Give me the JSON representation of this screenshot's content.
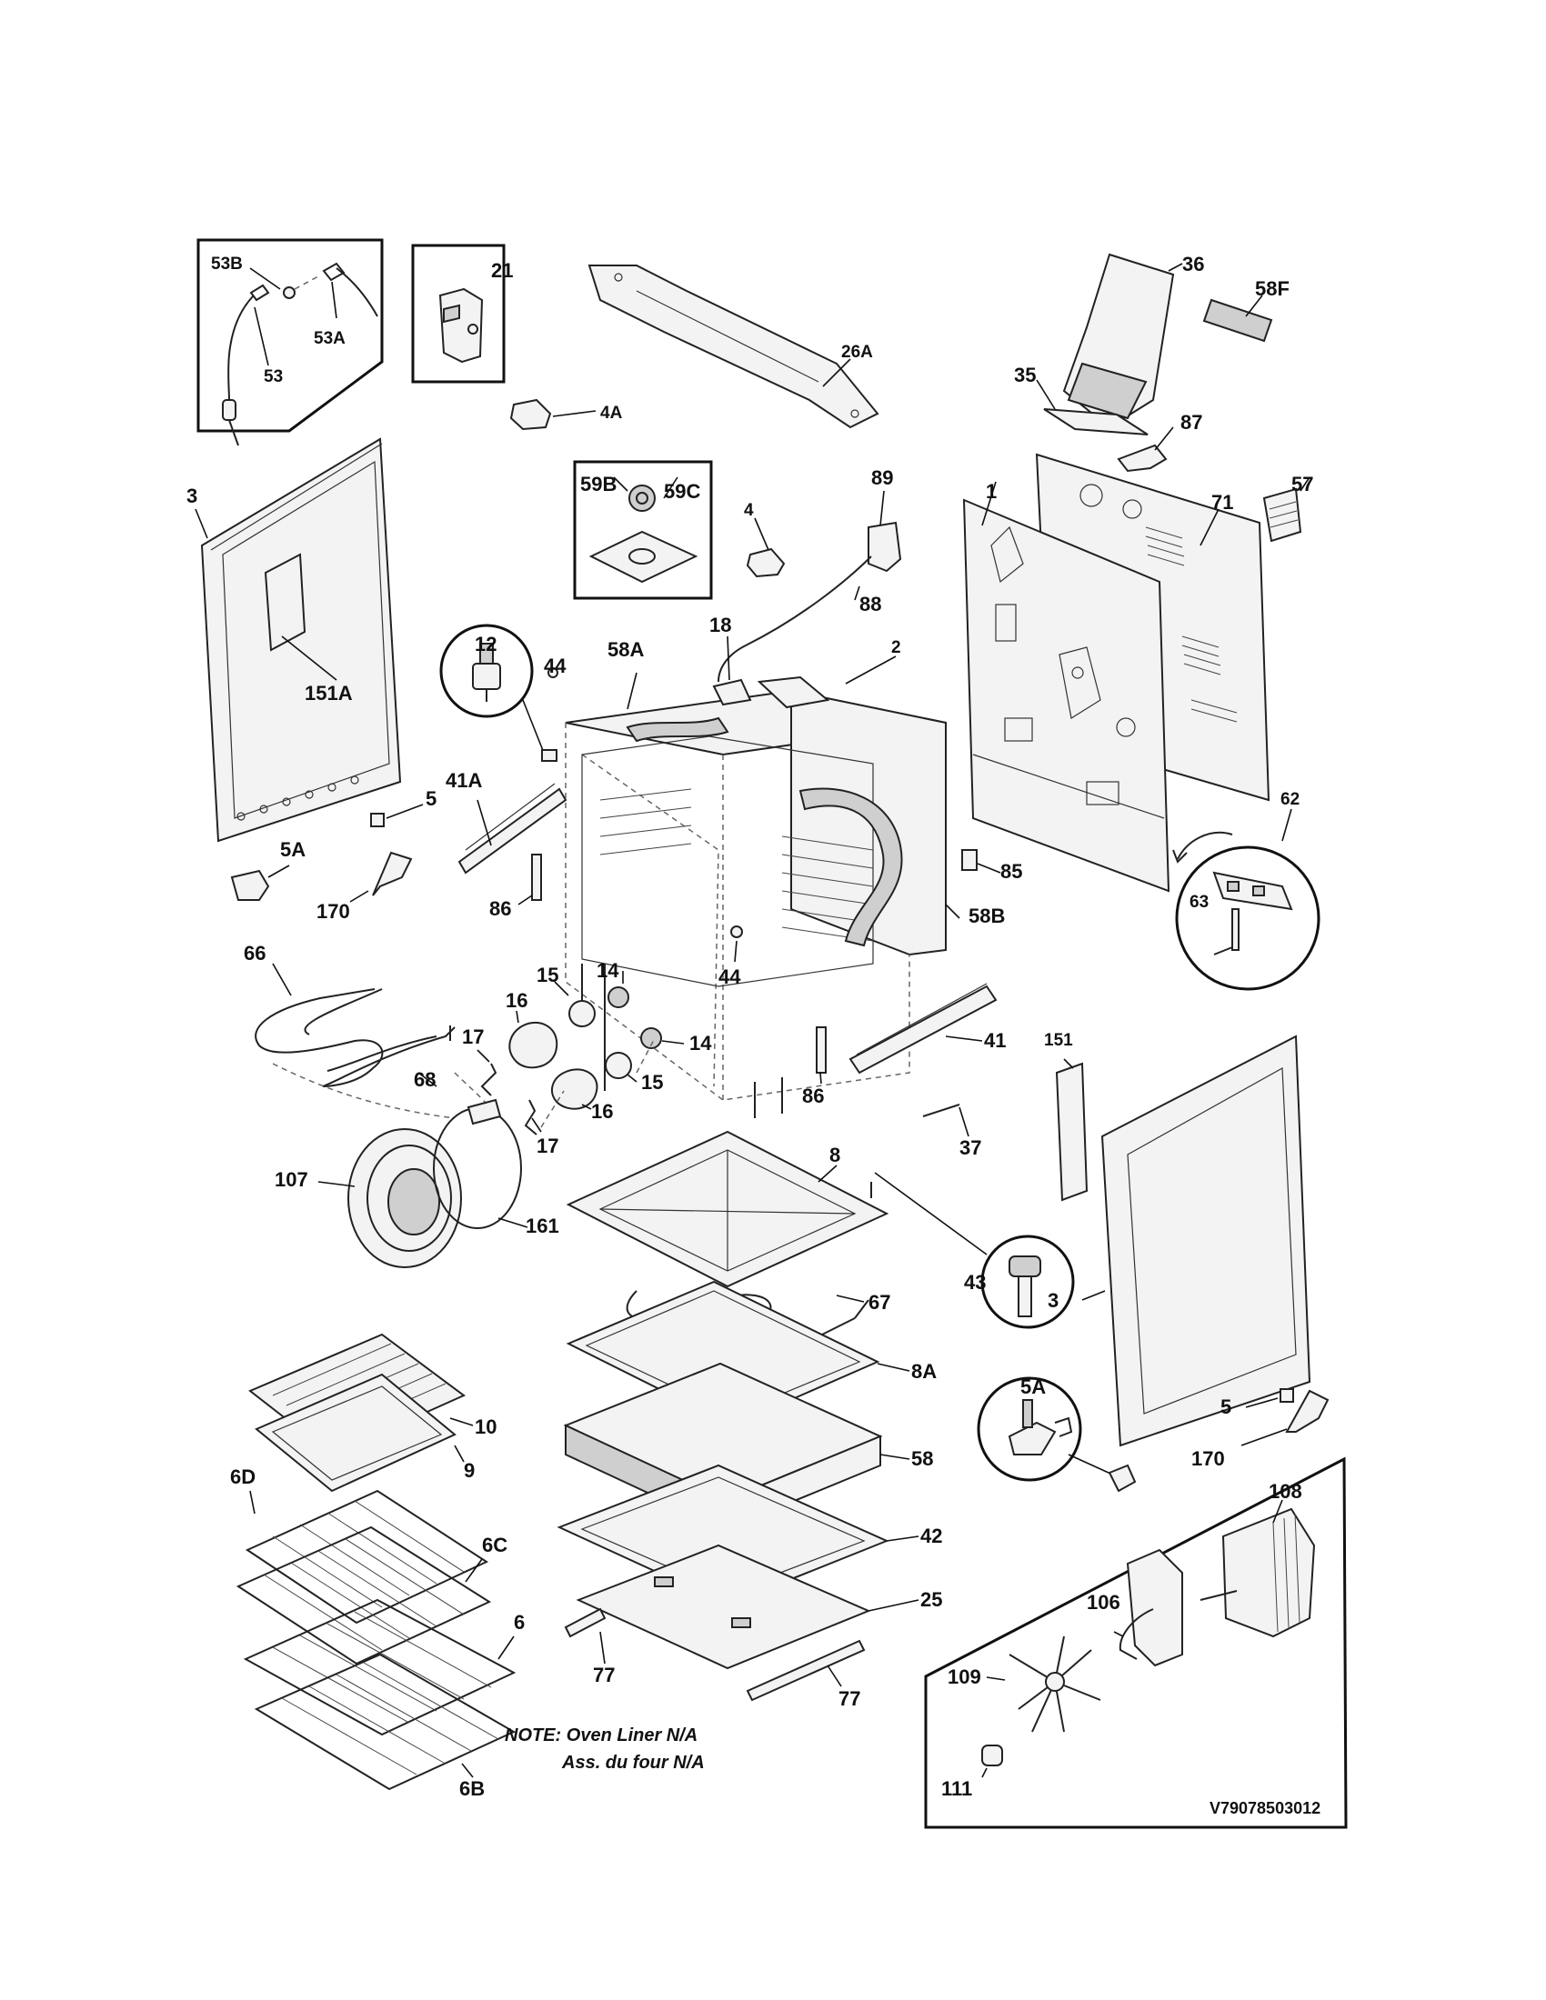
{
  "diagram": {
    "callouts": [
      {
        "id": "c-53B",
        "text": "53B"
      },
      {
        "id": "c-53A",
        "text": "53A"
      },
      {
        "id": "c-53",
        "text": "53"
      },
      {
        "id": "c-21",
        "text": "21"
      },
      {
        "id": "c-26A",
        "text": "26A"
      },
      {
        "id": "c-4A",
        "text": "4A"
      },
      {
        "id": "c-36",
        "text": "36"
      },
      {
        "id": "c-58F",
        "text": "58F"
      },
      {
        "id": "c-35",
        "text": "35"
      },
      {
        "id": "c-87",
        "text": "87"
      },
      {
        "id": "c-57",
        "text": "57"
      },
      {
        "id": "c-1",
        "text": "1"
      },
      {
        "id": "c-71",
        "text": "71"
      },
      {
        "id": "c-3-left",
        "text": "3"
      },
      {
        "id": "c-59B",
        "text": "59B"
      },
      {
        "id": "c-59C",
        "text": "59C"
      },
      {
        "id": "c-89",
        "text": "89"
      },
      {
        "id": "c-4",
        "text": "4"
      },
      {
        "id": "c-88",
        "text": "88"
      },
      {
        "id": "c-12",
        "text": "12"
      },
      {
        "id": "c-44-top",
        "text": "44"
      },
      {
        "id": "c-58A",
        "text": "58A"
      },
      {
        "id": "c-18",
        "text": "18"
      },
      {
        "id": "c-2",
        "text": "2"
      },
      {
        "id": "c-151A",
        "text": "151A"
      },
      {
        "id": "c-41A",
        "text": "41A"
      },
      {
        "id": "c-5-left",
        "text": "5"
      },
      {
        "id": "c-62",
        "text": "62"
      },
      {
        "id": "c-5A-left",
        "text": "5A"
      },
      {
        "id": "c-63",
        "text": "63"
      },
      {
        "id": "c-85",
        "text": "85"
      },
      {
        "id": "c-170-left",
        "text": "170"
      },
      {
        "id": "c-86-top",
        "text": "86"
      },
      {
        "id": "c-58B",
        "text": "58B"
      },
      {
        "id": "c-66",
        "text": "66"
      },
      {
        "id": "c-44-bot",
        "text": "44"
      },
      {
        "id": "c-15-top",
        "text": "15"
      },
      {
        "id": "c-14-top",
        "text": "14"
      },
      {
        "id": "c-16-top",
        "text": "16"
      },
      {
        "id": "c-17-top",
        "text": "17"
      },
      {
        "id": "c-14-bot",
        "text": "14"
      },
      {
        "id": "c-41",
        "text": "41"
      },
      {
        "id": "c-15-bot",
        "text": "15"
      },
      {
        "id": "c-151",
        "text": "151"
      },
      {
        "id": "c-68",
        "text": "68"
      },
      {
        "id": "c-16-bot",
        "text": "16"
      },
      {
        "id": "c-86-bot",
        "text": "86"
      },
      {
        "id": "c-17-bot",
        "text": "17"
      },
      {
        "id": "c-37",
        "text": "37"
      },
      {
        "id": "c-8",
        "text": "8"
      },
      {
        "id": "c-107",
        "text": "107"
      },
      {
        "id": "c-161",
        "text": "161"
      },
      {
        "id": "c-43",
        "text": "43"
      },
      {
        "id": "c-3-right",
        "text": "3"
      },
      {
        "id": "c-67",
        "text": "67"
      },
      {
        "id": "c-8A",
        "text": "8A"
      },
      {
        "id": "c-5A-right",
        "text": "5A"
      },
      {
        "id": "c-5-right",
        "text": "5"
      },
      {
        "id": "c-10",
        "text": "10"
      },
      {
        "id": "c-9",
        "text": "9"
      },
      {
        "id": "c-58",
        "text": "58"
      },
      {
        "id": "c-170-right",
        "text": "170"
      },
      {
        "id": "c-6D",
        "text": "6D"
      },
      {
        "id": "c-108",
        "text": "108"
      },
      {
        "id": "c-42",
        "text": "42"
      },
      {
        "id": "c-6C",
        "text": "6C"
      },
      {
        "id": "c-25",
        "text": "25"
      },
      {
        "id": "c-106",
        "text": "106"
      },
      {
        "id": "c-6",
        "text": "6"
      },
      {
        "id": "c-109",
        "text": "109"
      },
      {
        "id": "c-77-left",
        "text": "77"
      },
      {
        "id": "c-77-right",
        "text": "77"
      },
      {
        "id": "c-111",
        "text": "111"
      },
      {
        "id": "c-6B",
        "text": "6B"
      }
    ],
    "note_line1": "NOTE: Oven Liner N/A",
    "note_line2": "Ass. du four N/A",
    "drawing_code": "V79078503012"
  }
}
